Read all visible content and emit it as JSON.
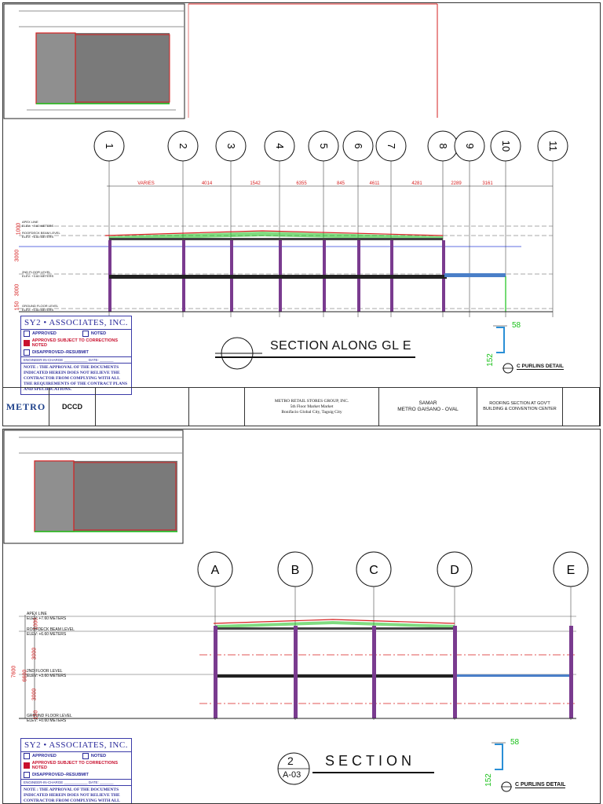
{
  "sheet1": {
    "gridlines": [
      "1",
      "2",
      "3",
      "4",
      "5",
      "6",
      "7",
      "8",
      "9",
      "10",
      "11"
    ],
    "dimensions": [
      "VARIES",
      "4014",
      "1542",
      "6355",
      "845",
      "4611",
      "4281",
      "2289",
      "3161"
    ],
    "levels": [
      {
        "name": "APEX LINE",
        "elev": "ELEV: +7.60 METERS"
      },
      {
        "name": "ROOFDECK BEAM LEVEL",
        "elev": "ELEV: +6.60 METERS"
      },
      {
        "name": "2ND FLOOR LEVEL",
        "elev": "ELEV: +3.60 METERS"
      },
      {
        "name": "GROUND FLOOR LEVEL",
        "elev": "ELEV: +0.60 METERS"
      }
    ],
    "vertical_dims": [
      "1000",
      "3000",
      "3000",
      "150"
    ],
    "section_title": "SECTION ALONG GL E",
    "purlin": {
      "width": "58",
      "height": "152",
      "title": "C PURLINS DETAIL"
    }
  },
  "sheet2": {
    "gridlines": [
      "A",
      "B",
      "C",
      "D",
      "E"
    ],
    "levels": [
      {
        "name": "APEX LINE",
        "elev": "ELEV: +7.60 METERS"
      },
      {
        "name": "ROOFDECK BEAM LEVEL",
        "elev": "ELEV: +6.60 METERS"
      },
      {
        "name": "2ND FLOOR LEVEL",
        "elev": "ELEV: +3.60 METERS"
      },
      {
        "name": "GROUND FLOOR LEVEL",
        "elev": "ELEV: +0.60 METERS"
      }
    ],
    "vertical_dims": [
      "1000",
      "3000",
      "3000",
      "150"
    ],
    "overall_dims": [
      "7600",
      "6600"
    ],
    "section_number": "2",
    "section_sheet": "A-03",
    "section_title": "SECTION",
    "purlin": {
      "width": "58",
      "height": "152",
      "title": "C PURLINS DETAIL"
    }
  },
  "stamp": {
    "title": "SY2 • ASSOCIATES, INC.",
    "approved": "APPROVED",
    "noted": "NOTED",
    "approved_corrections": "APPROVED SUBJECT TO CORRECTIONS NOTED",
    "disapproved": "DISAPPROVED–RESUBMIT",
    "engineer": "ENGINEER-IN-CHARGE",
    "date": "DATE",
    "note": "NOTE : THE APPROVAL OF THE DOCUMENTS INDICATED HEREIN DOES NOT RELIEVE THE CONTRACTOR FROM COMPLYING WITH ALL THE REQUIREMENTS OF THE CONTRACT PLANS AND SPECIFICATIONS."
  },
  "titleblock": {
    "metro": "METRO",
    "dccd": "DCCD",
    "client_line1": "METRO RETAIL STORES GROUP, INC.",
    "client_line2": "5th Floor Market Market",
    "client_line3": "Bonifacio Global City, Taguig City",
    "project_line1": "SAMAR",
    "project_line2": "METRO GAISANO - OVAL",
    "title_line1": "ROOFING SECTION AT GOV'T",
    "title_line2": "BUILDING & CONVENTION CENTER"
  },
  "colors": {
    "accent_red": "#d61f1f",
    "stamp_blue": "#2a2a9a",
    "purlin_green": "#18c018",
    "beam_purple": "#7a3b8f",
    "blue_line": "#2a3fd6"
  }
}
